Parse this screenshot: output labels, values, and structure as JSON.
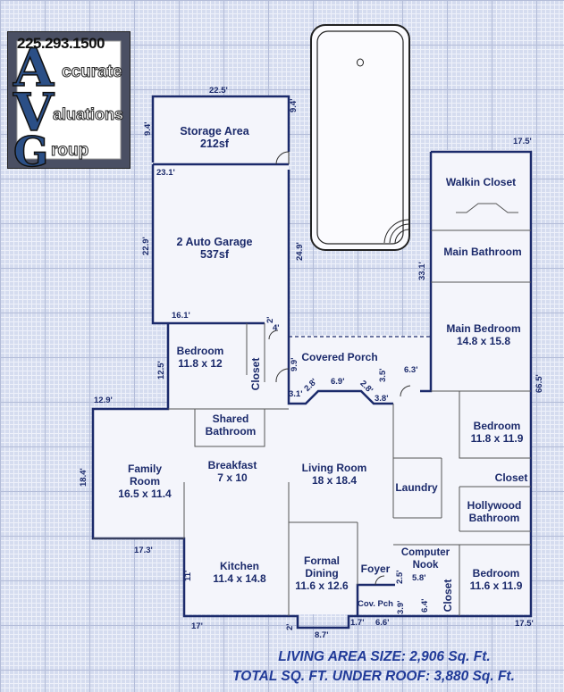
{
  "logo": {
    "phone": "225.293.1500",
    "line1": "ccurate",
    "line2": "aluations",
    "line3": "roup",
    "letters": [
      "A",
      "V",
      "G"
    ]
  },
  "rooms": {
    "storage": {
      "name": "Storage Area",
      "size": "212sf"
    },
    "garage": {
      "name": "2 Auto Garage",
      "size": "537sf"
    },
    "walkin": {
      "name": "Walkin Closet"
    },
    "main_bath": {
      "name": "Main Bathroom"
    },
    "main_bed": {
      "name": "Main Bedroom",
      "size": "14.8 x 15.8"
    },
    "bedroom1": {
      "name": "Bedroom",
      "size": "11.8 x 12"
    },
    "closet1": {
      "name": "Closet"
    },
    "covered_porch": {
      "name": "Covered Porch"
    },
    "shared_bath": {
      "name": "Shared\nBathroom"
    },
    "bedroom2": {
      "name": "Bedroom",
      "size": "11.8 x 11.9"
    },
    "closet2": {
      "name": "Closet"
    },
    "hollywood_bath": {
      "name": "Hollywood\nBathroom"
    },
    "family": {
      "name": "Family\nRoom",
      "size": "16.5 x 11.4"
    },
    "breakfast": {
      "name": "Breakfast",
      "size": "7 x 10"
    },
    "living": {
      "name": "Living Room",
      "size": "18 x 18.4"
    },
    "laundry": {
      "name": "Laundry"
    },
    "kitchen": {
      "name": "Kitchen",
      "size": "11.4 x 14.8"
    },
    "dining": {
      "name": "Formal\nDining",
      "size": "11.6 x 12.6"
    },
    "foyer": {
      "name": "Foyer"
    },
    "computer_nook": {
      "name": "Computer\nNook"
    },
    "bedroom3": {
      "name": "Bedroom",
      "size": "11.6 x 11.9"
    },
    "closet3": {
      "name": "Closet"
    },
    "cov_pch": {
      "name": "Cov. Pch"
    }
  },
  "dims": {
    "d1": "22.5'",
    "d2": "9.4'",
    "d3": "9.4'",
    "d4": "23.1'",
    "d5": "22.9'",
    "d6": "24.9'",
    "d7": "16.1'",
    "d8": "2'",
    "d9": "4'",
    "d10": "17.5'",
    "d11": "33.1'",
    "d12": "12.5'",
    "d13": "9.9'",
    "d14": "3.1'",
    "d15": "2.8'",
    "d16": "6.9'",
    "d17": "2.8'",
    "d18": "3.8'",
    "d19": "3.5'",
    "d20": "6.3'",
    "d21": "66.5'",
    "d22": "12.9'",
    "d23": "18.4'",
    "d24": "17.3'",
    "d25": "11'",
    "d26": "17'",
    "d27": "2'",
    "d28": "8.7'",
    "d29": "1.7'",
    "d30": "6.6'",
    "d31": "3.9'",
    "d32": "2.5'",
    "d33": "5.8'",
    "d34": "6.4'",
    "d35": "17.5'"
  },
  "summary": {
    "living": "LIVING AREA SIZE: 2,906 Sq. Ft.",
    "total": "TOTAL SQ. FT. UNDER ROOF:  3,880 Sq. Ft."
  },
  "colors": {
    "wall": "#1b2a6b",
    "floor": "#f4f5fb",
    "text": "#1b2a6b",
    "summary": "#203a98"
  }
}
